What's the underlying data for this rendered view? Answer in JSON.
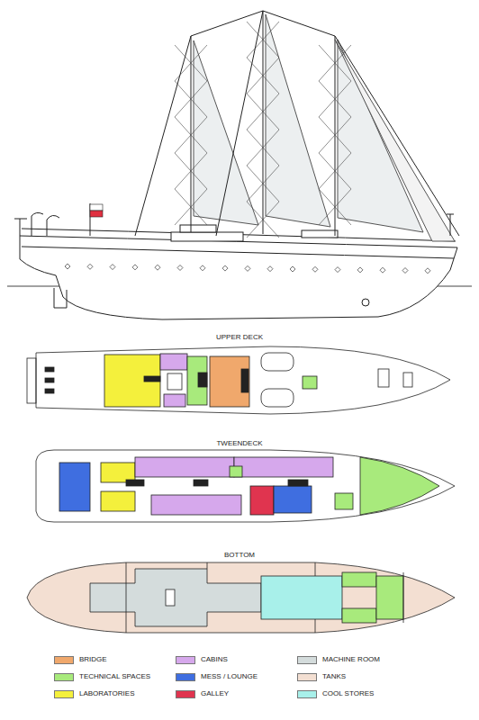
{
  "diagram": {
    "labels": [
      "UPPER DECK",
      "TWEENDECK",
      "BOTTOM"
    ],
    "legend": [
      {
        "text": "BRIDGE",
        "color": "#f0a86c"
      },
      {
        "text": "CABINS",
        "color": "#d6a8ec"
      },
      {
        "text": "MACHINE ROOM",
        "color": "#d4dcdc"
      },
      {
        "text": "TECHNICAL SPACES",
        "color": "#a8ea7c"
      },
      {
        "text": "MESS / LOUNGE",
        "color": "#3f6ee0"
      },
      {
        "text": "TANKS",
        "color": "#f3dfd2"
      },
      {
        "text": "LABORATORIES",
        "color": "#f4f03c"
      },
      {
        "text": "GALLEY",
        "color": "#e0344f"
      },
      {
        "text": "COOL STORES",
        "color": "#a8f0ea"
      }
    ]
  }
}
